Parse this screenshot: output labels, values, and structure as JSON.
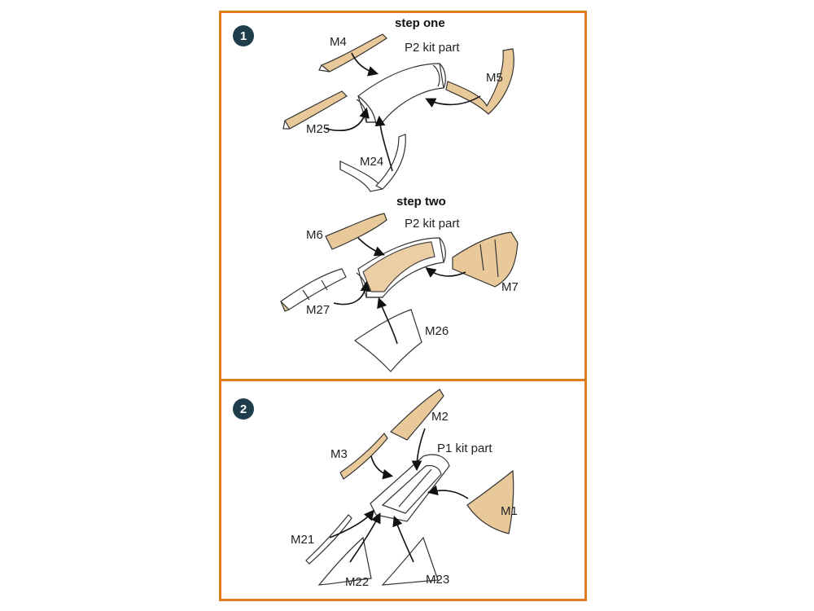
{
  "panel1": {
    "badge": "1",
    "step_one": {
      "title": "step one",
      "kit_part": "P2 kit part",
      "labels": {
        "m4": "M4",
        "m5": "M5",
        "m25": "M25",
        "m24": "M24"
      }
    },
    "step_two": {
      "title": "step two",
      "kit_part": "P2 kit part",
      "labels": {
        "m6": "M6",
        "m7": "M7",
        "m27": "M27",
        "m26": "M26"
      }
    }
  },
  "panel2": {
    "badge": "2",
    "kit_part": "P1 kit part",
    "labels": {
      "m2": "M2",
      "m3": "M3",
      "m1": "M1",
      "m21": "M21",
      "m22": "M22",
      "m23": "M23"
    }
  },
  "colors": {
    "frame": "#e07b1f",
    "badge": "#1f3d4a",
    "etched_part": "#e9c99a"
  }
}
